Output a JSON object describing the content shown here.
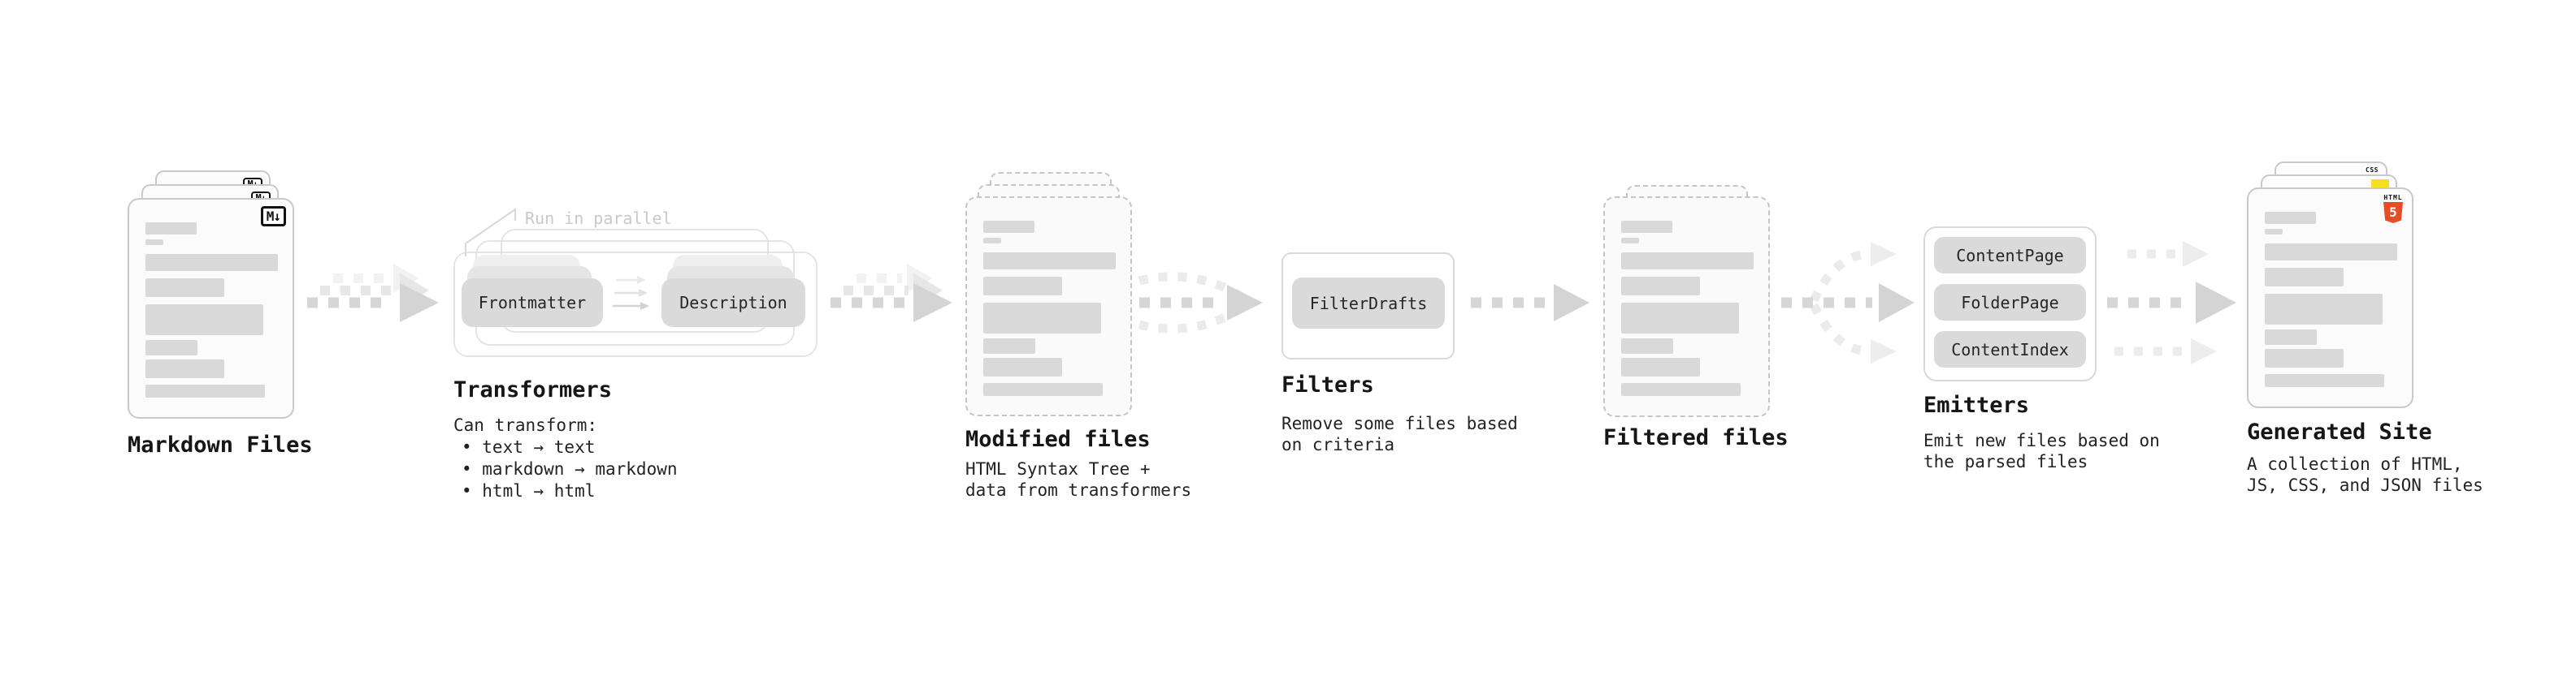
{
  "nodes": {
    "markdown_files": {
      "label": "Markdown Files",
      "badge": "M↓"
    },
    "transformers": {
      "label": "Transformers",
      "annotation": "Run in parallel",
      "pills": [
        "Frontmatter",
        "Description"
      ],
      "desc_title": "Can transform:",
      "bullets": [
        "• text → text",
        "• markdown → markdown",
        "• html → html"
      ]
    },
    "modified_files": {
      "label": "Modified files",
      "description": "HTML Syntax Tree +\ndata from transformers"
    },
    "filters": {
      "label": "Filters",
      "pills": [
        "FilterDrafts"
      ],
      "description": "Remove some files based\non criteria"
    },
    "filtered_files": {
      "label": "Filtered files"
    },
    "emitters": {
      "label": "Emitters",
      "pills": [
        "ContentPage",
        "FolderPage",
        "ContentIndex"
      ],
      "description": "Emit new files based on\nthe parsed files"
    },
    "generated_site": {
      "label": "Generated Site",
      "description": "A collection of HTML,\nJS, CSS, and JSON files",
      "badges": {
        "css": "CSS",
        "html_word": "HTML",
        "html_number": "5"
      }
    }
  },
  "colors": {
    "html5_orange": "#e44d26",
    "js_yellow": "#f7df1e",
    "css_blue": "#2d63ed",
    "placeholder_gray": "#d9d9d9"
  }
}
